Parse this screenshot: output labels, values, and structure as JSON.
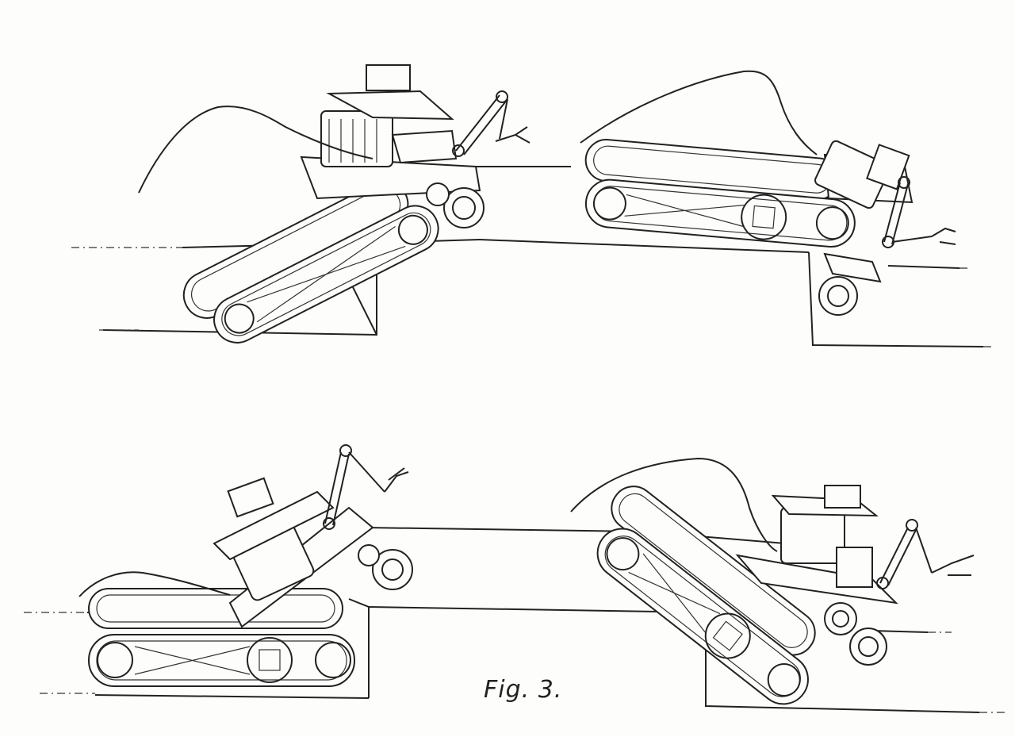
{
  "figure": {
    "label": "Fig. 3.",
    "panels": [
      {
        "id": "upper-left",
        "view": "robot-climbing-step"
      },
      {
        "id": "upper-right",
        "view": "robot-descending-step"
      },
      {
        "id": "lower-left",
        "view": "robot-raised-on-tracks"
      },
      {
        "id": "lower-right",
        "view": "robot-lowered-tracks-on-edge"
      }
    ],
    "icons": {
      "track": "track-icon",
      "wheel": "wheel-icon",
      "arm": "manipulator-arm-icon",
      "gripper": "gripper-icon",
      "antenna": "antenna-icon",
      "step": "step-icon"
    }
  }
}
